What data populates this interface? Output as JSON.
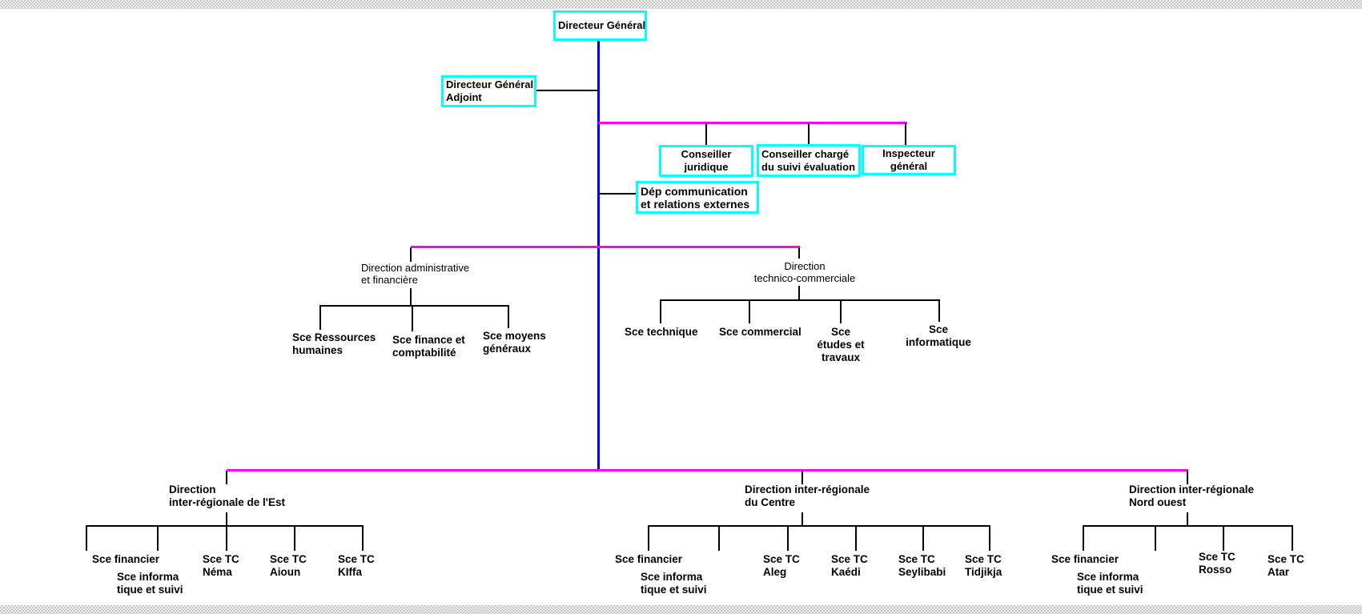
{
  "colors": {
    "box_border": "#00ffff",
    "trunk_line": "#0000ee",
    "branch_line": "#ff00ff",
    "connector_line": "#000000",
    "edge_band": "#d8d8d8",
    "text": "#000000"
  },
  "org": {
    "root": {
      "label": "Directeur Général"
    },
    "adjoint": {
      "line1": "Directeur Général",
      "line2": "Adjoint"
    },
    "staff": [
      {
        "line1": "Conseiller",
        "line2": "juridique"
      },
      {
        "line1": "Conseiller chargé",
        "line2": "du suivi évaluation"
      },
      {
        "line1": "Inspecteur",
        "line2": "général"
      }
    ],
    "communication": {
      "line1": "Dép communication",
      "line2": "et relations externes"
    },
    "directions": {
      "daf": {
        "title1": "Direction administrative",
        "title2": "et financière",
        "children": [
          {
            "line1": "Sce Ressources",
            "line2": "humaines"
          },
          {
            "line1": "Sce finance et",
            "line2": "comptabilité"
          },
          {
            "line1": "Sce moyens",
            "line2": "généraux"
          }
        ]
      },
      "dtc": {
        "title1": "Direction",
        "title2": "technico-commerciale",
        "children": [
          {
            "line1": "Sce technique"
          },
          {
            "line1": "Sce commercial"
          },
          {
            "line1": "Sce",
            "line2": "études et",
            "line3": "travaux"
          },
          {
            "line1": "Sce",
            "line2": "informatique"
          }
        ]
      }
    },
    "regions": [
      {
        "title1": "Direction",
        "title2": "inter-régionale de l'Est",
        "children": [
          {
            "line1": "Sce financier"
          },
          {
            "line1": "Sce informa",
            "line2": "tique et suivi"
          },
          {
            "line1": "Sce TC",
            "line2": "Néma"
          },
          {
            "line1": "Sce TC",
            "line2": "Aioun"
          },
          {
            "line1": "Sce TC",
            "line2": "KIffa"
          }
        ]
      },
      {
        "title1": "Direction inter-régionale",
        "title2": "du Centre",
        "children": [
          {
            "line1": "Sce financier"
          },
          {
            "line1": "Sce informa",
            "line2": "tique et suivi"
          },
          {
            "line1": "Sce TC",
            "line2": "Aleg"
          },
          {
            "line1": "Sce TC",
            "line2": "Kaédi"
          },
          {
            "line1": "Sce TC",
            "line2": "Seylibabi"
          },
          {
            "line1": "Sce TC",
            "line2": "Tidjikja"
          }
        ]
      },
      {
        "title1": "Direction inter-régionale",
        "title2": "Nord ouest",
        "children": [
          {
            "line1": "Sce financier"
          },
          {
            "line1": "Sce informa",
            "line2": "tique et suivi"
          },
          {
            "line1": "Sce TC",
            "line2": "Rosso"
          },
          {
            "line1": "Sce TC",
            "line2": "Atar"
          }
        ]
      }
    ]
  }
}
